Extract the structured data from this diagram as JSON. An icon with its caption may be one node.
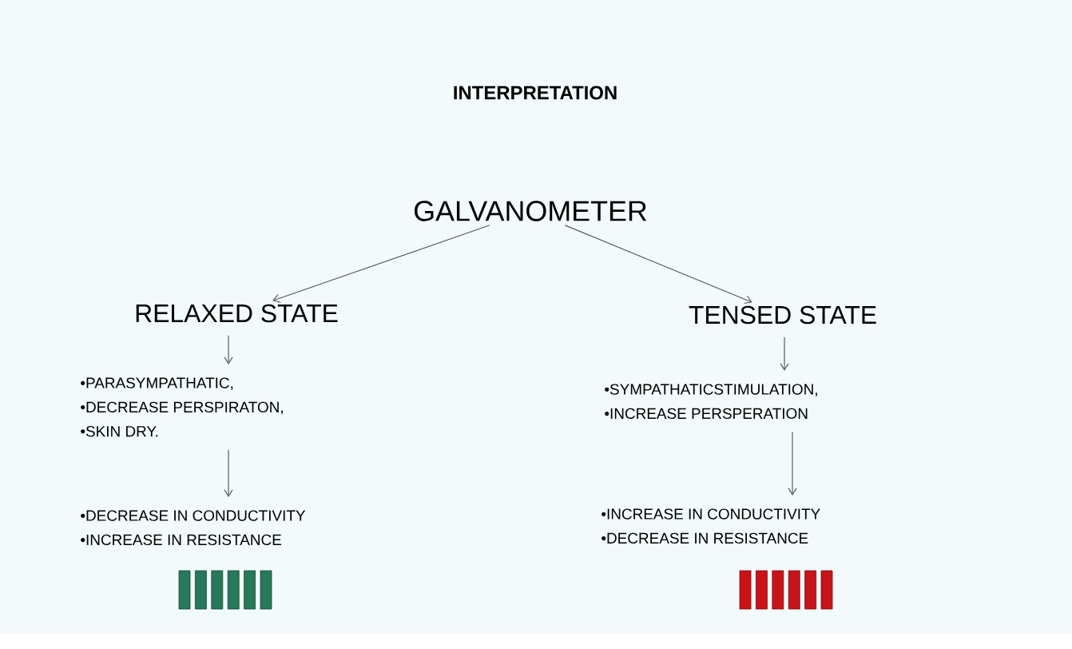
{
  "diagram": {
    "title": "INTERPRETATION",
    "nodes": [
      {
        "text": [
          "GALVANOMETER"
        ]
      },
      {
        "text": [
          "RELAXED STATE"
        ]
      },
      {
        "text": [
          "TENSED STATE"
        ]
      },
      {
        "text": [
          "•PARASYMPATHATIC,",
          "•DECREASE PERSPIRATON,",
          "•SKIN DRY."
        ]
      },
      {
        "text": [
          "•SYMPATHATICSTIMULATION,",
          "•INCREASE PERSPERATION"
        ]
      },
      {
        "text": [
          "•DECREASE IN CONDUCTIVITY",
          "•INCREASE IN RESISTANCE"
        ]
      },
      {
        "text": [
          "•INCREASE IN CONDUCTIVITY",
          "•DECREASE IN RESISTANCE"
        ]
      }
    ],
    "edges": [
      {
        "from": 0,
        "to": 1,
        "arrow": "to"
      },
      {
        "from": 0,
        "to": 2,
        "arrow": "to"
      },
      {
        "from": 1,
        "to": 3,
        "arrow": "to"
      },
      {
        "from": 3,
        "to": 5,
        "arrow": "to"
      },
      {
        "from": 2,
        "to": 4,
        "arrow": "to"
      },
      {
        "from": 4,
        "to": 6,
        "arrow": "to"
      }
    ]
  }
}
